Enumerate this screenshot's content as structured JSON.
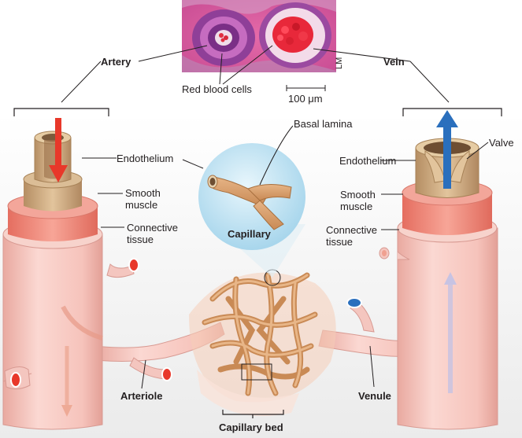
{
  "micrograph": {
    "label_artery": "Artery",
    "label_vein": "Vein",
    "label_rbc": "Red blood cells",
    "scale_value": "100 μm",
    "lm": "LM"
  },
  "artery_layers": {
    "endothelium": "Endothelium",
    "smooth_muscle": "Smooth muscle",
    "connective_tissue": "Connective tissue"
  },
  "vein_layers": {
    "endothelium": "Endothelium",
    "valve": "Valve",
    "smooth_muscle": "Smooth muscle",
    "connective_tissue": "Connective tissue"
  },
  "capillary_inset": {
    "basal_lamina": "Basal lamina",
    "capillary": "Capillary"
  },
  "lower_labels": {
    "arteriole": "Arteriole",
    "venule": "Venule",
    "capillary_bed": "Capillary bed"
  },
  "colors": {
    "vessel_wall": "#f4c6bf",
    "vessel_outline": "#d89a92",
    "smooth_muscle": "#f08c7e",
    "endothelium": "#c9a57d",
    "artery_flow_arrow": "#e8382a",
    "vein_flow_arrow": "#2a6fbd",
    "inset_circle": "#b9dff0",
    "capillary_tan": "#d9a06a"
  }
}
